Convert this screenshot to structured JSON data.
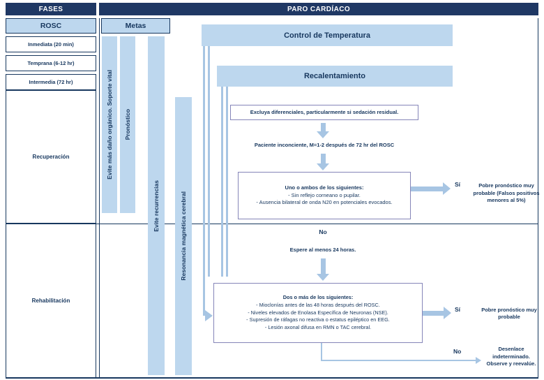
{
  "header": {
    "fases": "FASES",
    "title": "PARO CARDÍACO"
  },
  "phases": {
    "rosc": "ROSC",
    "immediate": "Inmediata (20 min)",
    "early": "Temprana (6-12 hr)",
    "intermediate": "Intermedia (72 hr)",
    "recovery": "Recuperación",
    "rehab": "Rehabilitación"
  },
  "metas": {
    "label": "Metas",
    "bar1": "Evite más daño orgánico. Soporte vital",
    "bar2": "Pronóstico",
    "bar3": "Evite recurrencias",
    "bar4": "Resonancia magnética cerebral"
  },
  "flow": {
    "temperature": "Control de Temperatura",
    "rewarming": "Recalentamiento",
    "exclude": "Excluya diferenciales, particularmente si sedación residual.",
    "unconscious": "Paciente inconciente, M=1-2 después de 72 hr del ROSC",
    "decision1": {
      "title": "Uno o ambos de los siguientes:",
      "item1": "- Sin reflejo corneano o pupilar.",
      "item2": "- Ausencia bilateral de onda N20 en potenciales evocados.",
      "yes": "Sí",
      "yes_outcome": "Pobre pronóstico muy probable (Falsos positivos menores al 5%)",
      "no": "No"
    },
    "wait": "Espere al menos 24 horas.",
    "decision2": {
      "title": "Dos o más de los siguientes:",
      "item1": "- Mioclonías antes de las 48 horas después del ROSC.",
      "item2": "- Niveles elevados de Enolasa Específica de Neuronas (NSE).",
      "item3": "- Supresión de ráfagas no reactiva o estatus epiléptico en EEG.",
      "item4": "- Lesión axonal difusa en RMN o TAC cerebral.",
      "yes": "Sí",
      "yes_outcome": "Pobre pronóstico muy probable",
      "no": "No",
      "no_outcome": "Desenlace indeterminado. Observe y reevalúe."
    }
  },
  "colors": {
    "header_bg": "#1F3864",
    "text_navy": "#17375E",
    "light_blue": "#BDD7EE",
    "arrow_blue": "#A7C5E3",
    "box_border": "#8585B8"
  }
}
